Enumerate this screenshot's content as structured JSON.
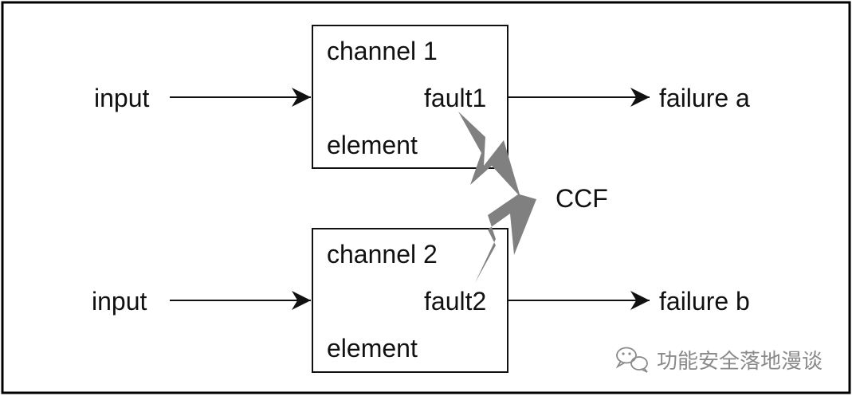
{
  "channels": [
    {
      "title": "channel 1",
      "element": "element",
      "fault": "fault1",
      "input": "input",
      "failure": "failure a"
    },
    {
      "title": "channel 2",
      "element": "element",
      "fault": "fault2",
      "input": "input",
      "failure": "failure b"
    }
  ],
  "ccf_label": "CCF",
  "watermark": {
    "text": "功能安全落地漫谈",
    "icon": "wechat-icon"
  },
  "colors": {
    "frame": "#000000",
    "lines": "#111111",
    "lightning": "#808080",
    "watermark": "#8a8a8a"
  }
}
